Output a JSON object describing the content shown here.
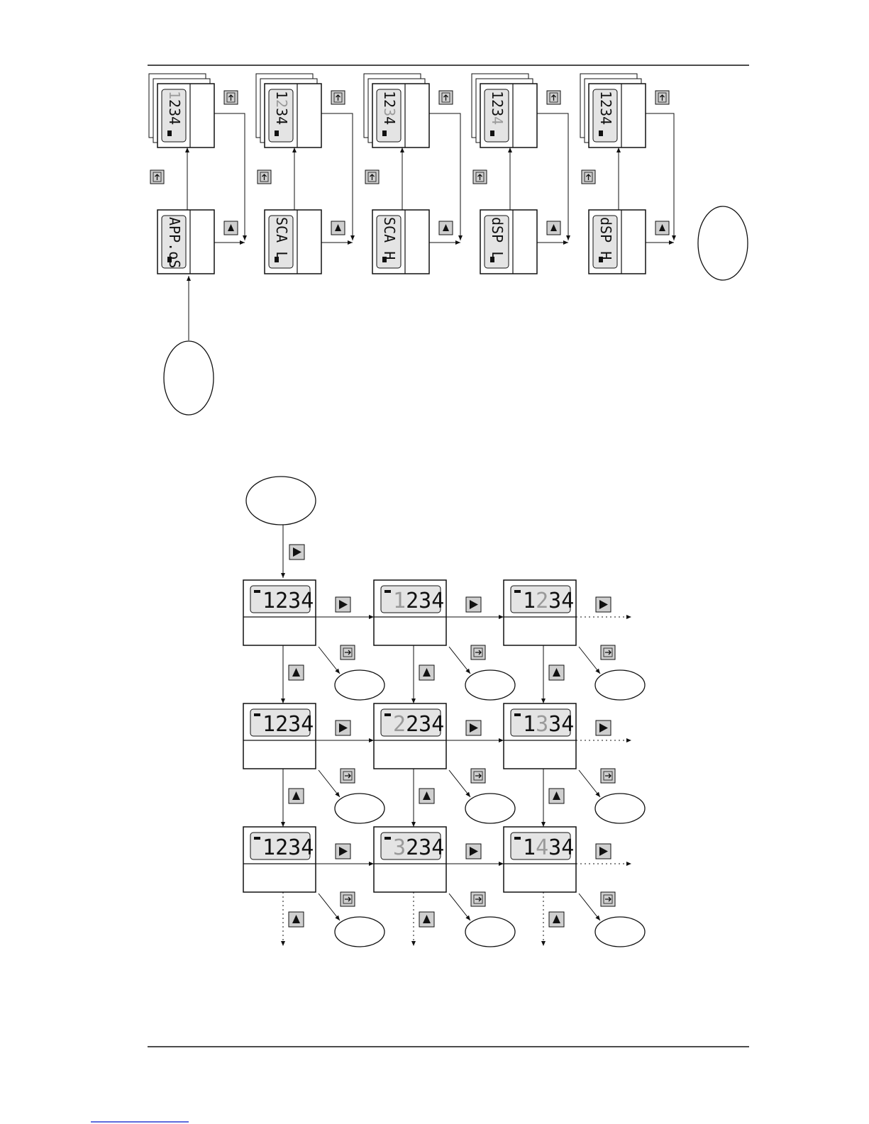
{
  "top_flow": {
    "main_displays": [
      {
        "id": "appos",
        "text": "APP.oS"
      },
      {
        "id": "scal",
        "text": "SCA L"
      },
      {
        "id": "scah",
        "text": "SCA H"
      },
      {
        "id": "dspl",
        "text": "dSP L"
      },
      {
        "id": "dsph",
        "text": "dSP H"
      }
    ],
    "stack_displays": [
      {
        "text": "1234",
        "faint_index": 0
      },
      {
        "text": "1234",
        "faint_index": 1
      },
      {
        "text": "1234",
        "faint_index": 2
      },
      {
        "text": "1234",
        "faint_index": 3
      },
      {
        "text": "1234",
        "faint_index": -1
      }
    ]
  },
  "grid": {
    "rows": [
      [
        {
          "text": "1234",
          "faint_index": -1
        },
        {
          "text": "1234",
          "faint_index": 0
        },
        {
          "text": "1234",
          "faint_index": 1
        }
      ],
      [
        {
          "text": "1234",
          "faint_index": -1
        },
        {
          "text": "2234",
          "faint_index": 0
        },
        {
          "text": "1334",
          "faint_index": 1
        }
      ],
      [
        {
          "text": "1234",
          "faint_index": -1
        },
        {
          "text": "3234",
          "faint_index": 0
        },
        {
          "text": "1434",
          "faint_index": 1
        }
      ]
    ]
  },
  "icons": {
    "up_key": "up-arrow-key-icon",
    "right_key": "right-arrow-key-icon",
    "enter_key": "enter-key-icon",
    "shift_key": "shift-key-icon"
  },
  "colors": {
    "line": "#111111",
    "lcd": "#e4e4e4",
    "key": "#cfcfcf"
  }
}
